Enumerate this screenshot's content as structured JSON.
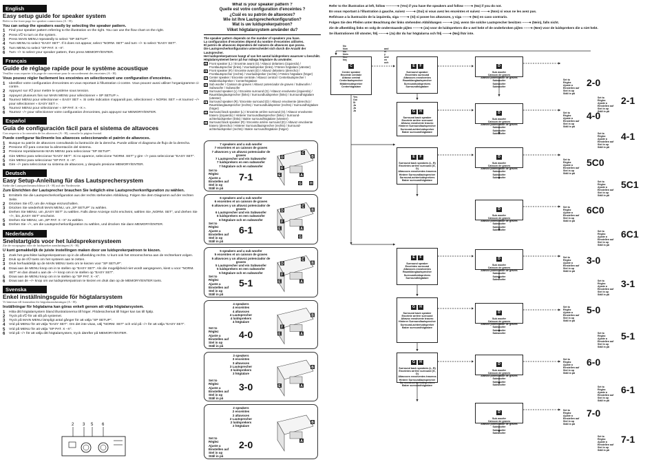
{
  "left": {
    "sections": [
      {
        "lang": "English",
        "title": "Easy setup guide for speaker system",
        "ref": "Refer to the front page for speaker connections (A - H).",
        "lead": "You can setup the speakers easily by selecting the speaker pattern.",
        "steps": [
          {
            "n": "1",
            "t": "Find your speaker pattern referring to the illustration on the right. You can use the flow chart on the right."
          },
          {
            "n": "2",
            "t": "Press I/⏻ to turn on the system."
          },
          {
            "n": "3",
            "t": "Press MAIN MENU repeatedly to select “SP SETUP”."
          },
          {
            "n": "4",
            "t": "Turn MENU to select “EASY SET”. If it does not appear, select “NORM. SET” and turn –/+ to select “EASY SET”."
          },
          {
            "n": "5",
            "t": "Turn MENU to select “SP PAT. X –X”."
          },
          {
            "n": "6",
            "t": "Turn –/+ to select your speaker pattern, then press MEMORY/ENTER."
          }
        ]
      },
      {
        "lang": "Français",
        "title": "Guide de réglage rapide pour le système acoustique",
        "ref": "Veuillez vous reporter à la page de couverture pour le raccordement des enceintes (A - H).",
        "lead": "Vous pouvez régler facilement les enceintes en sélectionnant une configuration d'enceintes.",
        "steps": [
          {
            "n": "1",
            "t": "Identifiez votre configuration d'enceintes en vous reportant à l'illustration ci-contre. Vous pouvez aussi utiliser l'organigramme ci-contre."
          },
          {
            "n": "2",
            "t": "Appuyez sur I/⏻ pour mettre le système sous tension."
          },
          {
            "n": "3",
            "t": "Appuyez plusieurs fois sur MAIN MENU pour sélectionner « SP SETUP »."
          },
          {
            "n": "4",
            "t": "Tournez MENU pour sélectionner « EASY SET ». Si cette indication n'apparaît pas, sélectionnez « NORM. SET » et tournez –/+ pour sélectionner « EASY SET »."
          },
          {
            "n": "5",
            "t": "Tournez MENU pour sélectionner « SP PAT. X –X »."
          },
          {
            "n": "6",
            "t": "Tournez –/+ pour sélectionner votre configuration d'enceintes, puis appuyez sur MEMORY/ENTER."
          }
        ]
      },
      {
        "lang": "Español",
        "title": "Guía de configuración fácil para el sistema de altavoces",
        "ref": "Con respecto a la conexión de los altavoces (A - H), consulte la página frontal.",
        "lead": "Puede configurar fácilmente los altavoces seleccionando el patrón de altavoces.",
        "steps": [
          {
            "n": "1",
            "t": "Busque su patrón de altavoces consultando la ilustración de la derecha. Puede utilizar el diagrama de flujo de la derecha."
          },
          {
            "n": "2",
            "t": "Presione I/⏻ para conectar la alimentación del sistema."
          },
          {
            "n": "3",
            "t": "Presione repetidamente MAIN MENU para seleccionar “SP SETUP”."
          },
          {
            "n": "4",
            "t": "Gire MENU para seleccionar “EASY SET”. Si no aparece, seleccione “NORM. SET” y gire –/+ para seleccionar “EASY SET”."
          },
          {
            "n": "5",
            "t": "Gire MENU para seleccionar “SP PAT. X –X”."
          },
          {
            "n": "6",
            "t": "Gire –/+ para seleccionar su sistema de altavoces, y después presione MEMORY/ENTER."
          }
        ]
      },
      {
        "lang": "Deutsch",
        "title": "Easy Setup-Anleitung für das Lautsprechersystem",
        "ref": "Siehe die Lautsprecheranschlüsse (A - H) auf der Vorderseite.",
        "lead": "Zum Einrichten der Lautsprecher brauchen Sie lediglich eine Lautsprecherkonfiguration zu wählen.",
        "steps": [
          {
            "n": "1",
            "t": "Ermitteln Sie die Lautsprecherkonfiguration aus der rechts stehenden Abbildung. Folgen Sie dem Diagramm auf der rechten Seite."
          },
          {
            "n": "2",
            "t": "Drücken Sie I/⏻, um die Anlage einzuschalten."
          },
          {
            "n": "3",
            "t": "Drücken Sie wiederholt MAIN MENU, um „SP SETUP“ zu wählen."
          },
          {
            "n": "4",
            "t": "Drehen Sie MENU, um „EASY SET“ zu wählen. Falls diese Anzeige nicht erscheint, wählen Sie „NORM. SET“, und drehen Sie –/+, bis „EASY SET“ erscheint."
          },
          {
            "n": "5",
            "t": "Drehen Sie MENU, um „SP PAT. X –X“ zu wählen."
          },
          {
            "n": "6",
            "t": "Drehen Sie –/+, um die Lautsprecherkonfiguration zu wählen, und drücken Sie dann MEMORY/ENTER."
          }
        ]
      },
      {
        "lang": "Nederlands",
        "title": "Snelstartgids voor het luidsprekersysteem",
        "ref": "Zie de voorpagina voor de luidspreker aansluitingen (A - H).",
        "lead": "U kunt gemakkelijk de juiste instellingen maken door uw luidsprekerpatroon te kiezen.",
        "steps": [
          {
            "n": "1",
            "t": "Zoek het geschikte luidsprekerpatroon op in de afbeelding rechts. U kunt ook het stroomschema aan de rechterkant volgen."
          },
          {
            "n": "2",
            "t": "Druk op de I/⏻ toets om het systeem aan te zetten."
          },
          {
            "n": "3",
            "t": "Druk herhaaldelijk op de MAIN MENU toets om te kiezen voor “SP SETUP”."
          },
          {
            "n": "4",
            "t": "Draai aan de MENU knop om in te stellen op “EASY SET”. Als die mogelijkheid niet wordt aangegeven, kiest u voor “NORM. SET” en dan draait u aan de –/+ knop om in te stellen op “EASY SET”."
          },
          {
            "n": "5",
            "t": "Draai aan de MENU knop om in te stellen op “SP PAT. X –X”."
          },
          {
            "n": "6",
            "t": "Draai aan de –/+ knop om uw luidsprekerpatroon te kiezen en druk dan op de MEMORY/ENTER toets."
          }
        ]
      },
      {
        "lang": "Svenska",
        "title": "Enkel inställningsguide för högtalarsystem",
        "ref": "Vi hänvisar till framsidan för högtalaranslutningar (A - H).",
        "lead": "Inställningar för högtalarna kan göras enkelt genom att välja högtalarsystem.",
        "steps": [
          {
            "n": "1",
            "t": "Hitta ditt högtalarsystem bland illustrationerna till höger. Flödesschemat till höger kan tas till hjälp."
          },
          {
            "n": "2",
            "t": "Tryck på I/⏻ för att slå på systemet."
          },
          {
            "n": "3",
            "t": "Tryck på MAIN MENU lämpligt antal gånger för att välja “SP SETUP”."
          },
          {
            "n": "4",
            "t": "Vrid på MENU för att välja “EASY SET”. Om det inte visas, välj “NORM. SET” och vrid på –/+ för att välja “EASY SET”."
          },
          {
            "n": "5",
            "t": "Vrid på MENU för att välja “SP PAT. X –X”."
          },
          {
            "n": "6",
            "t": "Vrid på –/+ för att välja ditt högtalarsystem, tryck därefter på MEMORY/ENTER."
          }
        ]
      }
    ],
    "panel_numbers": [
      "2",
      "3",
      "5",
      "6"
    ]
  },
  "middle": {
    "questions": [
      "What is your speaker pattern ?",
      "Quelle est votre configuration d'enceintes ?",
      "¿Cuál es su patrón de altavoces?",
      "Wie ist Ihre Lautsprecherkonfiguration?",
      "Wat is uw luidsprekerpatroon?",
      "Vilket högtalarsystem använder du?"
    ],
    "intro": [
      "The speaker pattern depends on the number of speakers you have.",
      "La configuration d'enceintes dépend du nombre d'enceintes utilisées.",
      "El patrón de altavoces dependerá del número de altavoces que posea.",
      "Die Lautsprecherkonfiguration unterscheidet sich durch die Anzahl der Lautsprecher.",
      "Het luidsprekerpatroon hangt af van het aantal luidsprekers waarover u beschikt.",
      "Högtalarsystemet beror på hur många högtalare du använder."
    ],
    "legend": [
      {
        "l": "A",
        "t": "Front speaker (L) / Enceinte avant (G) / Altavoz delantero (izquierdo) / Frontlautsprecher (links) / Voorluidspreker (links) / Främre högtalare (vänster)"
      },
      {
        "l": "B",
        "t": "Front speaker (R) / Enceinte avant (D) / Altavoz delantero (derecho) / Frontlautsprecher (rechts) / Voorluidspreker (rechts) / Främre högtalare (höger)"
      },
      {
        "l": "C",
        "t": "Center speaker / Enceinte centrale / Altavoz central / Centerlautsprecher / Middenluidspreker / Centerhögtalare"
      },
      {
        "l": "D",
        "t": "Sub woofer / Caisson de graves / Altavoz potenciador de graves / Subwoofer / Subwoofer / Subwoofer"
      },
      {
        "l": "E",
        "t": "Surround speaker (L) / Enceinte surround (G) / Altavoz envolvente (izquierdo) / Raumklanglautsprecher (links) / Surroundluidspreker (links) / Surroundhögtalare (vänster)"
      },
      {
        "l": "F",
        "t": "Surround speaker (R) / Enceinte surround (D) / Altavoz envolvente (derecho) / Raumklanglautsprecher (rechts) / Surroundluidspreker (rechts) / Surroundhögtalare (höger)"
      },
      {
        "l": "G",
        "t": "Surround back speaker (L) / Enceinte arrière surround (G) / Altavoz envolvente trasero (izquierdo) / Hinterer Surroundlautsprecher (links) / Surround-achterluidspreker (links) / Bakre surroundhögtalare (vänster)"
      },
      {
        "l": "H",
        "t": "Surround back speaker (R) / Enceinte arrière surround (D) / Altavoz envolvente trasero (derecho) / Hinterer Surroundlautsprecher (rechts) / Surround-achterluidspreker (rechts) / Bakre surroundhögtalare (höger)"
      }
    ],
    "set_to": "Set to\nRéglez\nAjuste a\nEinstellen auf\nStel in op\nStäll in på",
    "cards": [
      {
        "desc": "7 speakers and a sub woofer\n7 enceintes et un caisson de graves\n7 altavoces y un altavoz potenciador de graves\n7 Lautsprecher und ein Subwoofer\n7 luidsprekers en een subwoofer\n7 högtalare och en subwoofer",
        "code": "7-1",
        "letters": [
          "A",
          "B",
          "C",
          "D",
          "E",
          "F",
          "G",
          "H"
        ]
      },
      {
        "desc": "6 speakers and a sub woofer\n6 enceintes et un caisson de graves\n6 altavoces y un altavoz potenciador de graves\n6 Lautsprecher und ein Subwoofer\n6 luidsprekers en een subwoofer\n6 högtalare och en subwoofer",
        "code": "6-1",
        "letters": [
          "A",
          "B",
          "C",
          "D",
          "E",
          "F",
          "G"
        ]
      },
      {
        "desc": "5 speakers and a sub woofer\n5 enceintes et un caisson de graves\n5 altavoces y un altavoz potenciador de graves\n5 Lautsprecher und ein Subwoofer\n5 luidsprekers en een subwoofer\n5 högtalare och en subwoofer",
        "code": "5-1",
        "letters": [
          "A",
          "B",
          "C",
          "D",
          "E",
          "F"
        ]
      },
      {
        "desc": "4 speakers\n4 enceintes\n4 altavoces\n4 Lautsprecher\n4 luidsprekers\n4 högtalare",
        "code": "4-0",
        "letters": [
          "A",
          "B",
          "E",
          "F"
        ]
      },
      {
        "desc": "3 speakers\n3 enceintes\n3 altavoces\n3 Lautsprecher\n3 luidsprekers\n3 högtalare",
        "code": "3-0",
        "letters": [
          "A",
          "B",
          "E"
        ]
      },
      {
        "desc": "2 speakers\n2 enceintes\n2 altavoces\n2 Lautsprecher\n2 luidsprekers\n2 högtalare",
        "code": "2-0",
        "letters": [
          "A",
          "B"
        ]
      }
    ]
  },
  "right": {
    "header": [
      "Refer to the illustration at left, follow ––––––➜ (Yes) if you have the speakers and follow ------➜ (No) if you do not.",
      "En vous reportant à l'illustration à gauche, suivez ––––➜ (Oui) si vous avez les enceintes et suivez ------➜ (Non) si vous ne les avez pas.",
      "Refiérase a la ilustración de la izquierda, siga ––––➜ (Sí) si posee los altavoces, y siga ------➜ (No) en caso contrario.",
      "Folgen Sie den Pfeilen unter Beachtung der links stehenden Abbildungen ––––➜ (Ja), wenn Sie solche Lautsprecher besitzen ------➜ (Nein), falls nicht.",
      "Zie de afbeelding links en volg de onderstaande pijlen ––––➜ (Ja) voor de luidsprekers die u wel hebt of de onderbroken pijlen ------➜ (Nee) voor de luidsprekers die u niet hebt.",
      "Se illustrationen till vänster, följ ––––➜ (Ja) där du har högtalarna och följ ------➜ (Nej) lhär inte."
    ],
    "yes": "Yes\nOui\nSí\nJa\nJa\nJa",
    "no": "No\nNon\nNo\nNein\nNee\nNej",
    "and": "and\net\ny\nund\nen\noch",
    "set_to": "Set to\nRéglez\nAjuste a\nEinstellen auf\nStel in op\nStäll in på",
    "box_center": "Center speaker\nEnceinte centrale\nAltavoz central\nCenterlautsprecher\nMiddenluidspreker\nCenterhögtalare",
    "box_surround": "Surround speaker\nEnceintes surround\nAltavoces envolventes\nRaumklanglautsprecher\nSurroundluidsprekers\nSurroundhögtalare",
    "box_surround_back": "Surround back speaker\nEnceinte arrière surround\nAltavoz envolvente trasero\nHinterer Surroundlautsprecher\nSurround-achterluidspreker\nBakre surroundhögtalare",
    "box_surround_back_lr": "Surround back speakers (L, R)\nEnceintes arrière surround (G, D)\nAltavoces envolventes traseros\nHintere Surroundlautsprecher\nSurround-achterluidsprekers\nBakre surroundhögtalare",
    "box_sub": "Sub woofer\nCaisson de graves\nAltavoz potenciador de graves\nSubwoofer\nSubwoofer\nSubwoofer",
    "results": [
      "2-0",
      "2-1",
      "4-0",
      "4-1",
      "5C0",
      "5C1",
      "6C0",
      "6C1",
      "3-0",
      "3-1",
      "5-0",
      "5-1",
      "6-0",
      "6-1",
      "7-0",
      "7-1"
    ]
  }
}
